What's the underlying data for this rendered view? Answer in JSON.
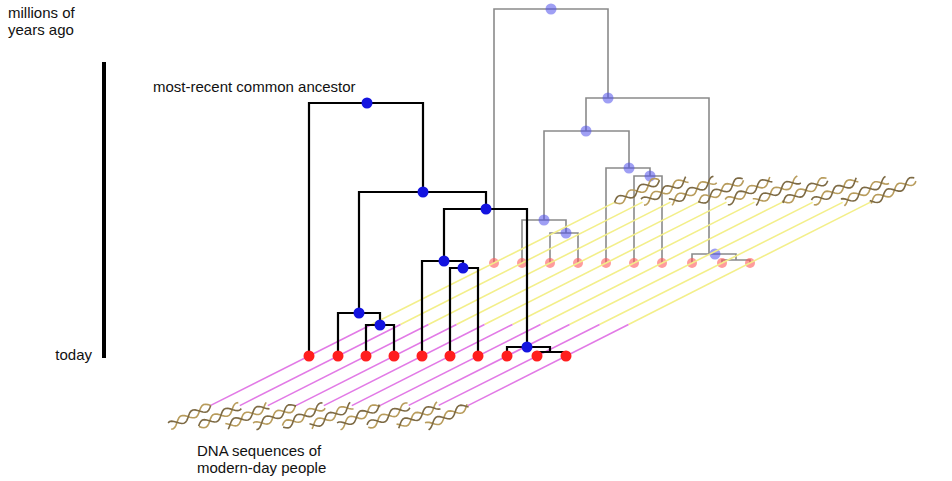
{
  "diagram": {
    "labels": [
      "millions of years ago",
      "today",
      "most-recent common ancestor",
      "DNA sequences of modern-day people"
    ]
  }
}
